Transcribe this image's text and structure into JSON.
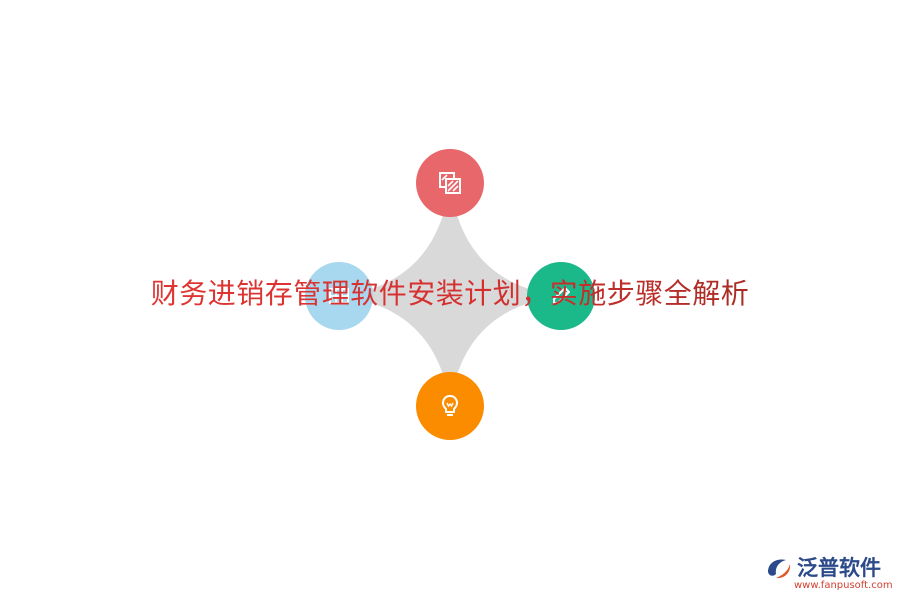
{
  "title": "财务进销存管理软件安装计划，实施步骤全解析",
  "diagram": {
    "nodes": [
      {
        "id": "top",
        "icon": "diagonal-stripes-icon",
        "color": "#e8676b"
      },
      {
        "id": "left",
        "icon": "grid-icon",
        "color": "#a8d8ef"
      },
      {
        "id": "right",
        "icon": "pencil-icon",
        "color": "#1bb88a"
      },
      {
        "id": "bottom",
        "icon": "lightbulb-icon",
        "color": "#fb8c00"
      }
    ],
    "connector_color": "#d9d9d9"
  },
  "logo": {
    "name": "泛普软件",
    "url": "www.fanpusoft.com"
  }
}
